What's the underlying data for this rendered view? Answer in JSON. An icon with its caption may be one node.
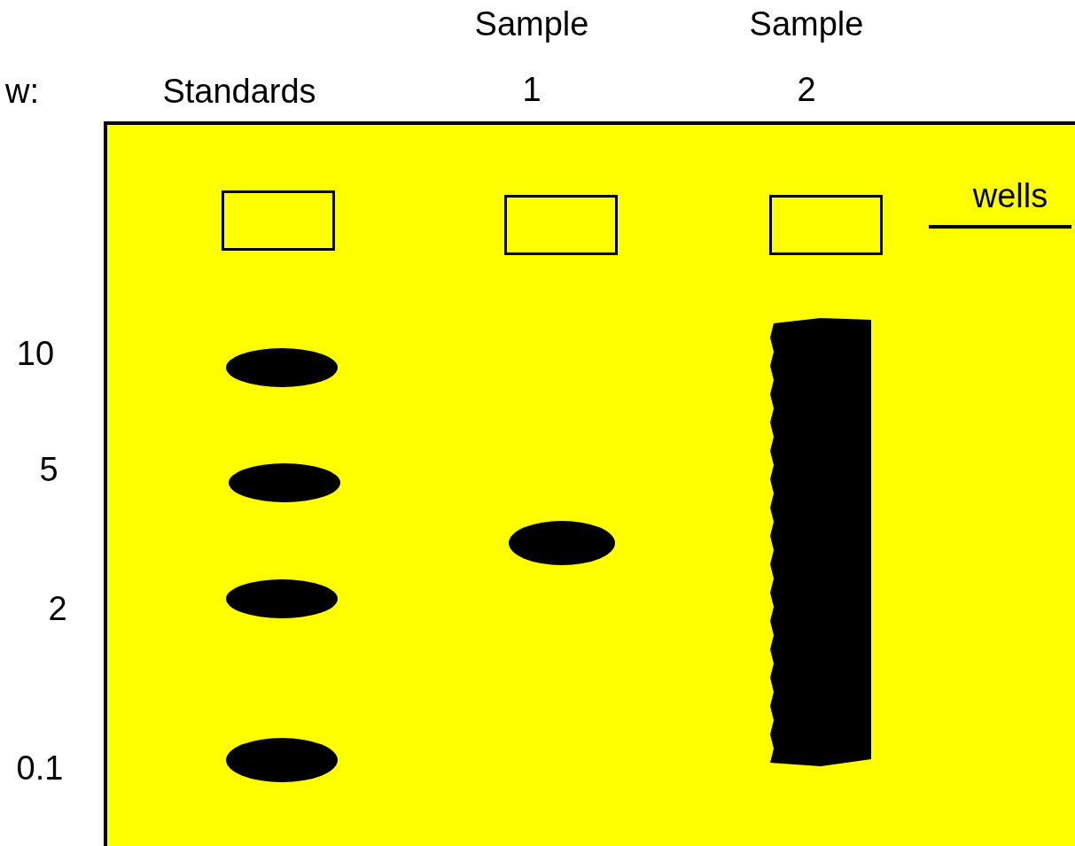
{
  "diagram": {
    "nodes": [
      {
        "text": [],
        "shape": "box"
      },
      {
        "text": [],
        "shape": "box",
        "in": 0
      },
      {
        "text": [],
        "shape": "box",
        "in": 0
      },
      {
        "text": [],
        "shape": "box",
        "in": 0
      }
    ],
    "labels": [
      "w:",
      "Standards",
      "Sample 1",
      "Sample 2",
      "wells",
      "10",
      "5",
      "2",
      "0.1"
    ]
  }
}
